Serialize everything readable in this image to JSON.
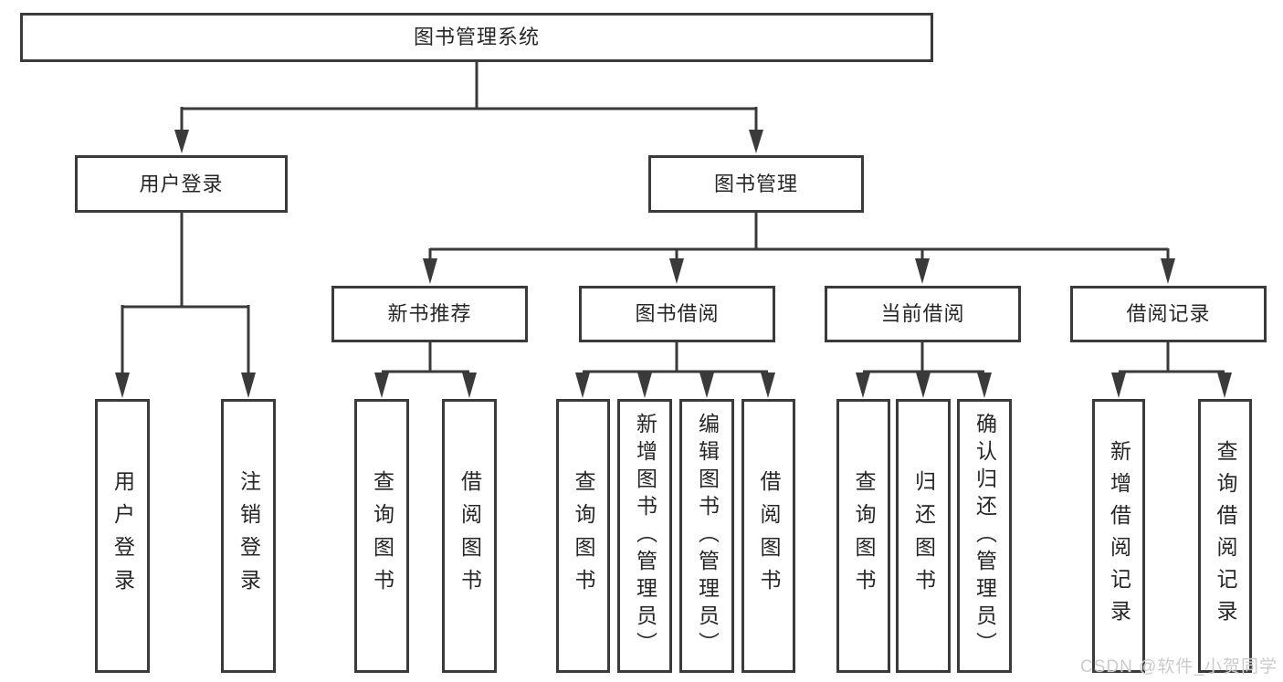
{
  "diagram_title": "图书管理系统",
  "colors": {
    "line": "#3a3a3a",
    "box_border": "#3a3a3a",
    "box_fill": "#ffffff",
    "text": "#262626",
    "watermark_text_color": "#cbcbcb",
    "background": "#ffffff"
  },
  "tree": {
    "root": "图书管理系统",
    "user_login": {
      "label": "用户登录",
      "children": [
        "用户登录",
        "注销登录"
      ]
    },
    "book_management": {
      "label": "图书管理",
      "children": [
        {
          "label": "新书推荐",
          "children": [
            "查询图书",
            "借阅图书"
          ]
        },
        {
          "label": "图书借阅",
          "children": [
            "查询图书",
            "新增图书（管理员）",
            "编辑图书（管理员）",
            "借阅图书"
          ]
        },
        {
          "label": "当前借阅",
          "children": [
            "查询图书",
            "归还图书",
            "确认归还（管理员）"
          ]
        },
        {
          "label": "借阅记录",
          "children": [
            "新增借阅记录",
            "查询借阅记录"
          ]
        }
      ]
    }
  },
  "watermark": "CSDN @软件_小贺同学"
}
